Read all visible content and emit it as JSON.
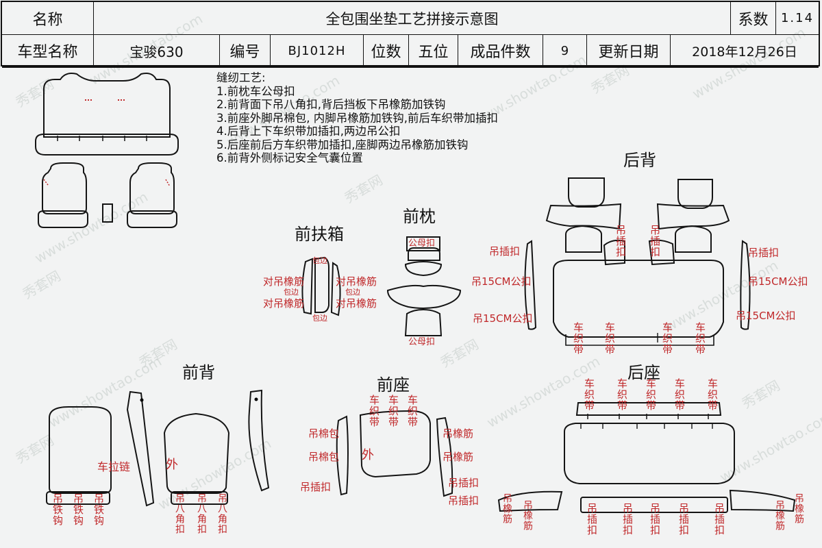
{
  "header": {
    "name_label": "名称",
    "title": "全包围坐垫工艺拼接示意图",
    "coef_label": "系数",
    "coef_value": "1.14",
    "model_label": "车型名称",
    "model_value": "宝骏630",
    "code_label": "编号",
    "code_value": "BJ1012H",
    "seats_label": "位数",
    "seats_value": "五位",
    "pieces_label": "成品件数",
    "pieces_value": "9",
    "update_label": "更新日期",
    "update_value": "2018年12月26日"
  },
  "notes": {
    "title": "缝纫工艺:",
    "items": [
      "1.前枕车公母扣",
      "2.前背面下吊八角扣,背后挡板下吊橡筋加铁钩",
      "3.前座外脚吊棉包, 内脚吊橡筋加铁钩,前后车织带加插扣",
      "4.后背上下车织带加插扣,两边吊公扣",
      "5.后座前后方车织带加插扣,座脚两边吊橡筋加铁钩",
      "6.前背外侧标记安全气囊位置"
    ]
  },
  "sections": {
    "front_armrest": "前扶箱",
    "front_headrest": "前枕",
    "rear_back": "后背",
    "front_back": "前背",
    "front_seat": "前座",
    "rear_seat": "后座"
  },
  "labels": {
    "dui_diao_xiangjin": "对吊橡筋",
    "baobian": "包边",
    "gongmu_kou": "公母扣",
    "diao_chakou": "吊插扣",
    "diao_15cm_gongkou": "吊15CM公扣",
    "che_zhidai": "车织带",
    "diao": "吊",
    "chakou_v": "吊插扣",
    "che_lalian": "车拉链",
    "wai": "外",
    "diao_tiegou": "吊铁钩",
    "diao_bajiaokou": "吊八角扣",
    "diao_mianbao": "吊棉包",
    "diao_xiangjin": "吊橡筋",
    "diao_xiangjin_v": "吊橡筋"
  },
  "watermark": {
    "site": "www.showtao.com",
    "brand": "秀套网"
  },
  "colors": {
    "background": "#f2f3f3",
    "line": "#141414",
    "annotation_red": "#c0282a"
  }
}
